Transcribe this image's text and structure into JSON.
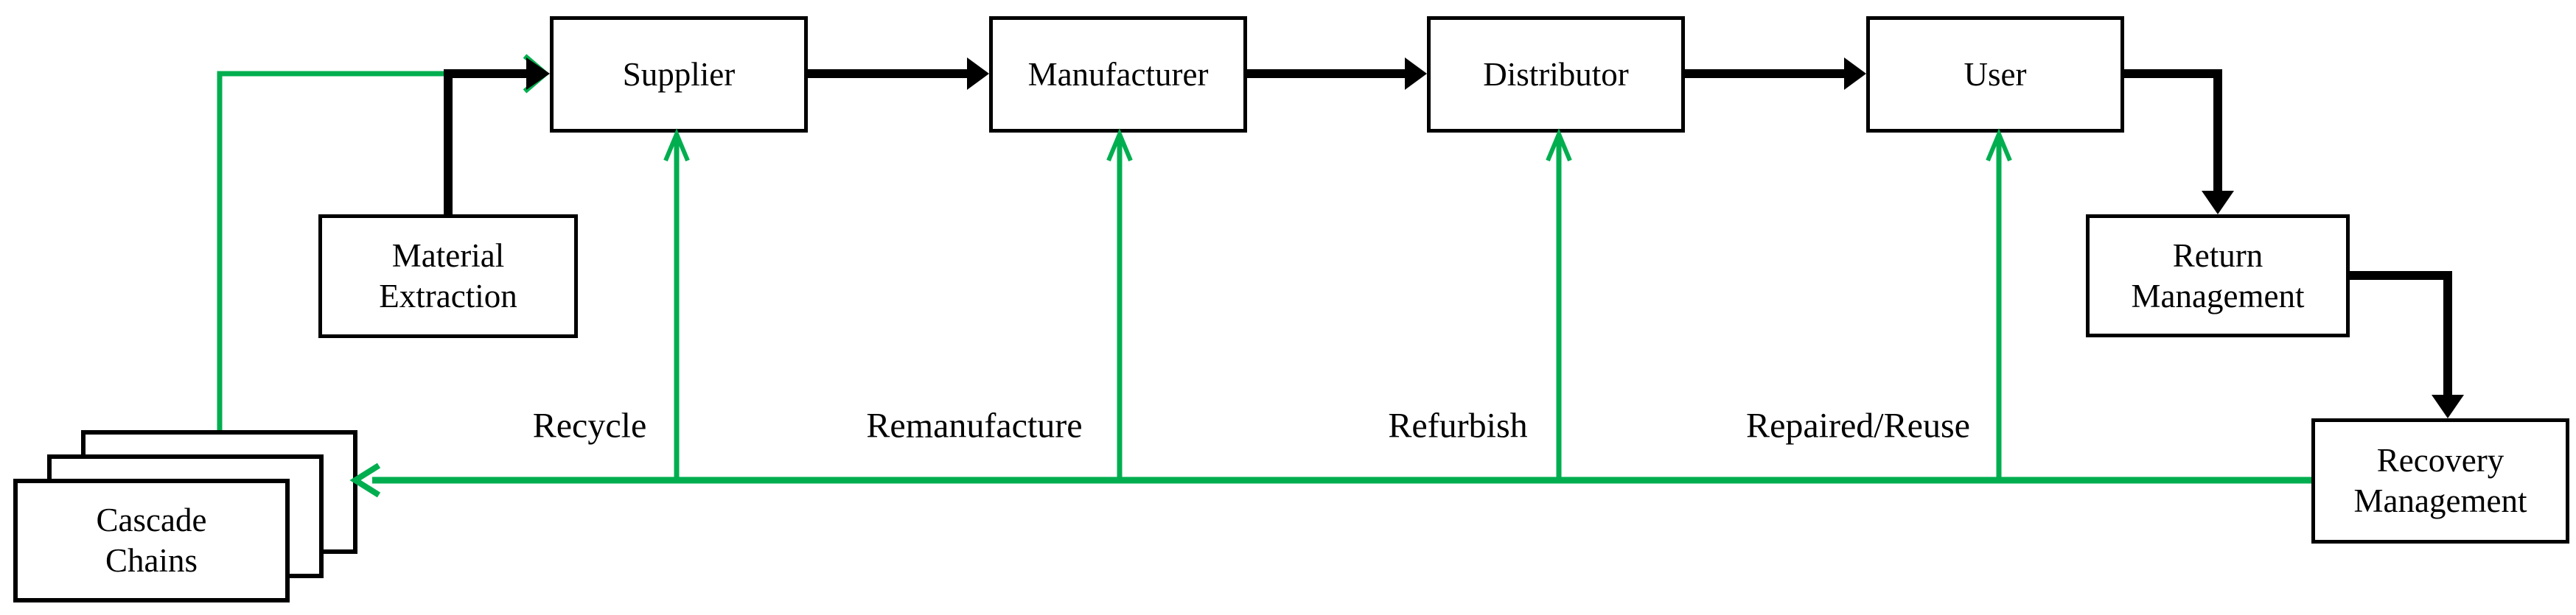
{
  "colors": {
    "background": "#FFFFFF",
    "forward_flow": "#000000",
    "reverse_flow": "#00AE4F",
    "text": "#000000"
  },
  "nodes": {
    "supplier": {
      "label": "Supplier"
    },
    "manufacturer": {
      "label": "Manufacturer"
    },
    "distributor": {
      "label": "Distributor"
    },
    "user": {
      "label": "User"
    },
    "material_extraction": {
      "label": "Material Extraction"
    },
    "return_management": {
      "label": "Return Management"
    },
    "recovery_management": {
      "label": "Recovery Management"
    },
    "cascade_chains": {
      "label": "Cascade Chains"
    }
  },
  "flows": {
    "recycle": {
      "label": "Recycle"
    },
    "remanufacture": {
      "label": "Remanufacture"
    },
    "refurbish": {
      "label": "Refurbish"
    },
    "repaired_reuse": {
      "label": "Repaired/Reuse"
    }
  },
  "edges": [
    {
      "from": "Material Extraction",
      "to": "Supplier",
      "style": "black-solid-arrow"
    },
    {
      "from": "Supplier",
      "to": "Manufacturer",
      "style": "black-solid-arrow"
    },
    {
      "from": "Manufacturer",
      "to": "Distributor",
      "style": "black-solid-arrow"
    },
    {
      "from": "Distributor",
      "to": "User",
      "style": "black-solid-arrow"
    },
    {
      "from": "User",
      "to": "Return Management",
      "style": "black-solid-arrow"
    },
    {
      "from": "Return Management",
      "to": "Recovery Management",
      "style": "black-solid-arrow"
    },
    {
      "from": "Recovery Management",
      "to": "Supplier",
      "style": "green-open-arrow",
      "label": "Recycle"
    },
    {
      "from": "Recovery Management",
      "to": "Manufacturer",
      "style": "green-open-arrow",
      "label": "Remanufacture"
    },
    {
      "from": "Recovery Management",
      "to": "Distributor",
      "style": "green-open-arrow",
      "label": "Refurbish"
    },
    {
      "from": "Recovery Management",
      "to": "User",
      "style": "green-open-arrow",
      "label": "Repaired/Reuse"
    },
    {
      "from": "Recovery Management",
      "to": "Cascade Chains",
      "style": "green-open-arrow"
    },
    {
      "from": "Cascade Chains",
      "to": "Supplier",
      "style": "green-open-arrow"
    }
  ]
}
